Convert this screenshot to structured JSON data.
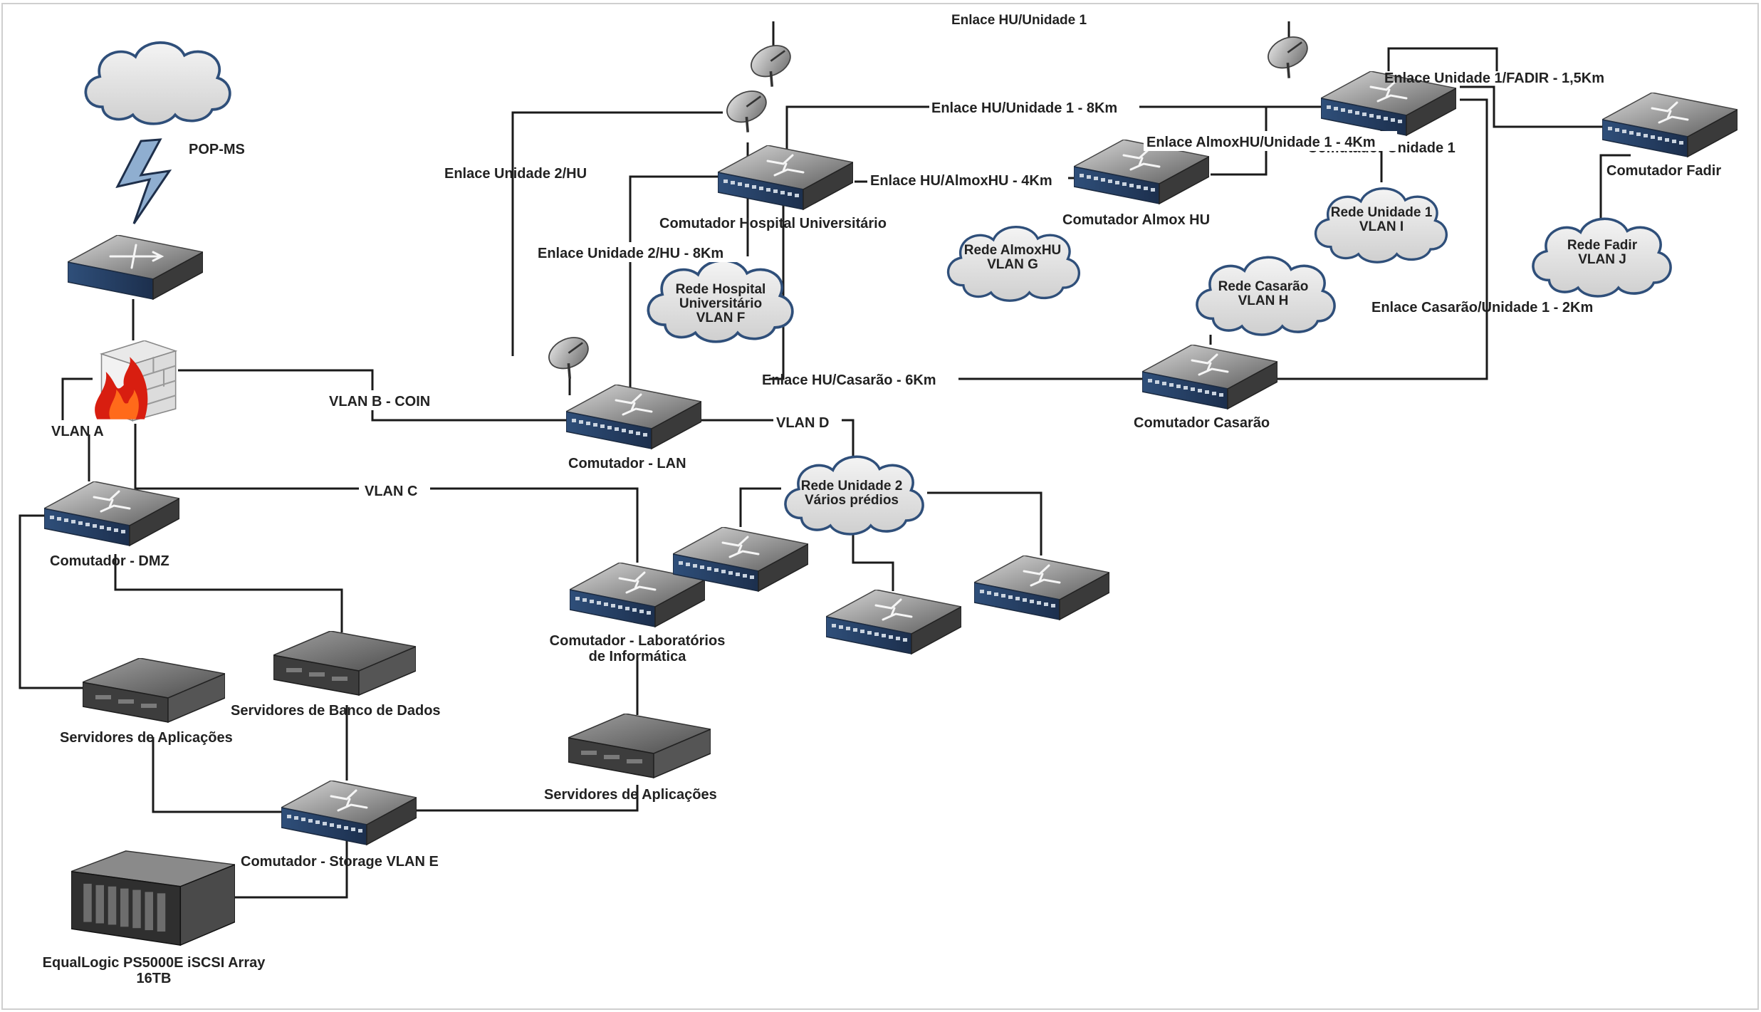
{
  "pop": {
    "label": "POP-MS"
  },
  "switches": {
    "hu": "Comutador Hospital Universitário",
    "lan": "Comutador - LAN",
    "dmz": "Comutador - DMZ",
    "labs_1": "Comutador - Laboratórios",
    "labs_2": "de Informática",
    "storage": "Comutador - Storage VLAN E",
    "almox": "Comutador Almox HU",
    "unidade1": "Comutador Unidade 1",
    "fadir": "Comutador Fadir",
    "casarao": "Comutador Casarão"
  },
  "servers": {
    "apps_dmz": "Servidores de Aplicações",
    "db": "Servidores de Banco de Dados",
    "apps_labs": "Servidores de Aplicações"
  },
  "storage_array": {
    "line1": "EqualLogic PS5000E iSCSI Array",
    "line2": "16TB"
  },
  "vlans": {
    "a": "VLAN A",
    "b": "VLAN B - COIN",
    "c": "VLAN C",
    "d": "VLAN D"
  },
  "links": {
    "top_cut": "Enlace HU/Unidade 1",
    "u2_hu": "Enlace Unidade 2/HU",
    "u2_hu_8km": "Enlace Unidade 2/HU - 8Km",
    "hu_u1_8km": "Enlace HU/Unidade 1 - 8Km",
    "hu_almox_4km": "Enlace HU/AlmoxHU - 4Km",
    "almox_u1_4km": "Enlace AlmoxHU/Unidade 1 - 4Km",
    "u1_fadir": "Enlace Unidade 1/FADIR - 1,5Km",
    "casarao_u1": "Enlace Casarão/Unidade 1 - 2Km",
    "hu_casarao": "Enlace HU/Casarão - 6Km"
  },
  "clouds": {
    "hu": [
      "Rede Hospital",
      "Universitário",
      "VLAN F"
    ],
    "almox": [
      "Rede AlmoxHU",
      "VLAN G"
    ],
    "casarao": [
      "Rede Casarão",
      "VLAN H"
    ],
    "unidade1": [
      "Rede Unidade 1",
      "VLAN I"
    ],
    "fadir": [
      "Rede Fadir",
      "VLAN J"
    ],
    "unidade2": [
      "Rede Unidade 2",
      "Vários prédios"
    ]
  }
}
